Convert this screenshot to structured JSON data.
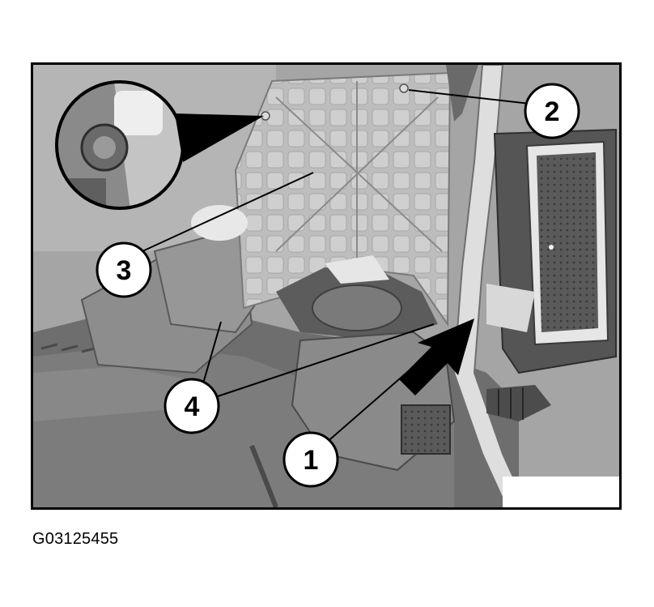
{
  "figure": {
    "id_label": "G03125455"
  },
  "callouts": [
    {
      "number": "1"
    },
    {
      "number": "2"
    },
    {
      "number": "3"
    },
    {
      "number": "4"
    }
  ],
  "colors": {
    "frame": "#000000",
    "callout_fill": "#ffffff",
    "callout_stroke": "#000000",
    "background": "#ffffff"
  }
}
